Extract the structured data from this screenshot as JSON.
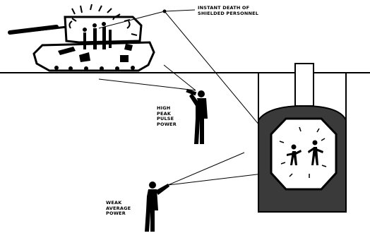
{
  "labels": {
    "instant_death": "INSTANT DEATH OF\nSHIELDED PERSONNEL",
    "high_peak": "HIGH\nPEAK\nPULSE\nPOWER",
    "weak_average": "WEAK\nAVERAGE\nPOWER"
  }
}
